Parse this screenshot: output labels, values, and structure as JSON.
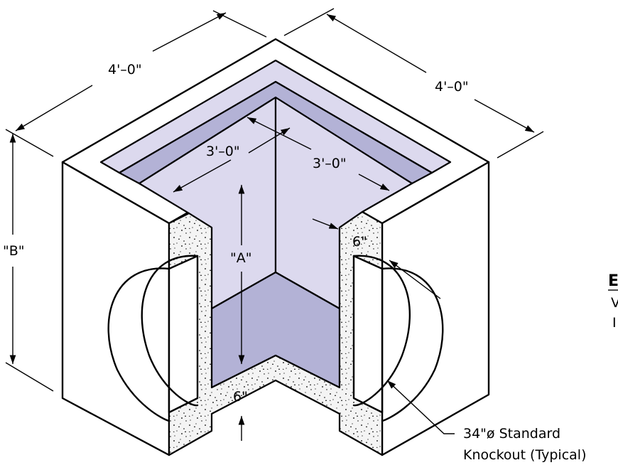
{
  "dimensions": {
    "top_left_width": "4'–0\"",
    "top_right_width": "4'–0\"",
    "inner_left": "3'–0\"",
    "inner_right": "3'–0\"",
    "height_a": "\"A\"",
    "height_b": "\"B\"",
    "wall_right": "6\"",
    "floor": "6\""
  },
  "callout": {
    "line1": "34\"ø Standard",
    "line2": "Knockout (Typical)"
  },
  "edge_text": {
    "char1": "E",
    "char2": "V",
    "char3": "I"
  },
  "colors": {
    "inner_light": "#dcd9ee",
    "inner_mid": "#b3b2d6",
    "concrete": "#f4f4f4"
  }
}
